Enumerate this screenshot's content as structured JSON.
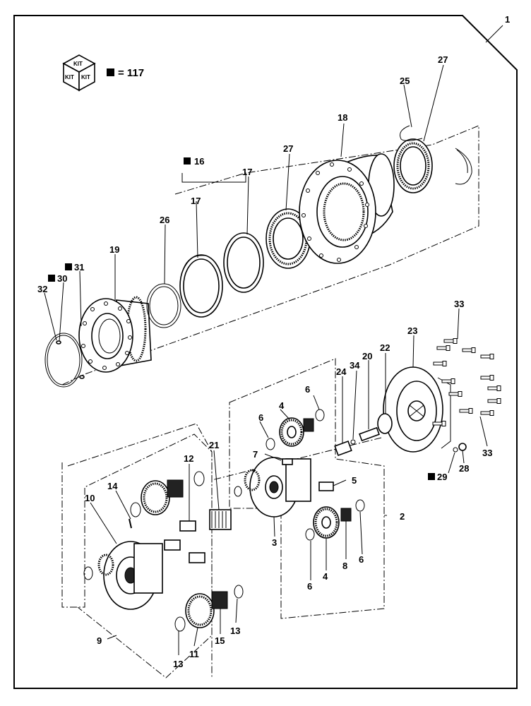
{
  "kit": {
    "box_text": [
      "KIT",
      "KIT",
      "KIT"
    ],
    "legend_equals": "= 117"
  },
  "callouts": [
    {
      "id": "c1",
      "text": "1"
    },
    {
      "id": "c25",
      "text": "25"
    },
    {
      "id": "c27a",
      "text": "27"
    },
    {
      "id": "c18",
      "text": "18"
    },
    {
      "id": "c27b",
      "text": "27"
    },
    {
      "id": "c16",
      "text": "16",
      "kit": true
    },
    {
      "id": "c17a",
      "text": "17"
    },
    {
      "id": "c17b",
      "text": "17"
    },
    {
      "id": "c26",
      "text": "26"
    },
    {
      "id": "c19",
      "text": "19"
    },
    {
      "id": "c31",
      "text": "31",
      "kit": true
    },
    {
      "id": "c30",
      "text": "30",
      "kit": true
    },
    {
      "id": "c32",
      "text": "32"
    },
    {
      "id": "c33a",
      "text": "33"
    },
    {
      "id": "c23",
      "text": "23"
    },
    {
      "id": "c22",
      "text": "22"
    },
    {
      "id": "c20",
      "text": "20"
    },
    {
      "id": "c34",
      "text": "34"
    },
    {
      "id": "c24",
      "text": "24"
    },
    {
      "id": "c6a",
      "text": "6"
    },
    {
      "id": "c4a",
      "text": "4"
    },
    {
      "id": "c6b",
      "text": "6"
    },
    {
      "id": "c7",
      "text": "7"
    },
    {
      "id": "c21",
      "text": "21"
    },
    {
      "id": "c12",
      "text": "12"
    },
    {
      "id": "c14",
      "text": "14"
    },
    {
      "id": "c10",
      "text": "10"
    },
    {
      "id": "c5",
      "text": "5"
    },
    {
      "id": "c2",
      "text": "2"
    },
    {
      "id": "c3",
      "text": "3"
    },
    {
      "id": "c6c",
      "text": "6"
    },
    {
      "id": "c4b",
      "text": "4"
    },
    {
      "id": "c8",
      "text": "8"
    },
    {
      "id": "c6d",
      "text": "6"
    },
    {
      "id": "c33b",
      "text": "33"
    },
    {
      "id": "c28",
      "text": "28"
    },
    {
      "id": "c29",
      "text": "29",
      "kit": true
    },
    {
      "id": "c9",
      "text": "9"
    },
    {
      "id": "c13a",
      "text": "13"
    },
    {
      "id": "c13b",
      "text": "13"
    },
    {
      "id": "c11",
      "text": "11"
    },
    {
      "id": "c15",
      "text": "15"
    }
  ]
}
